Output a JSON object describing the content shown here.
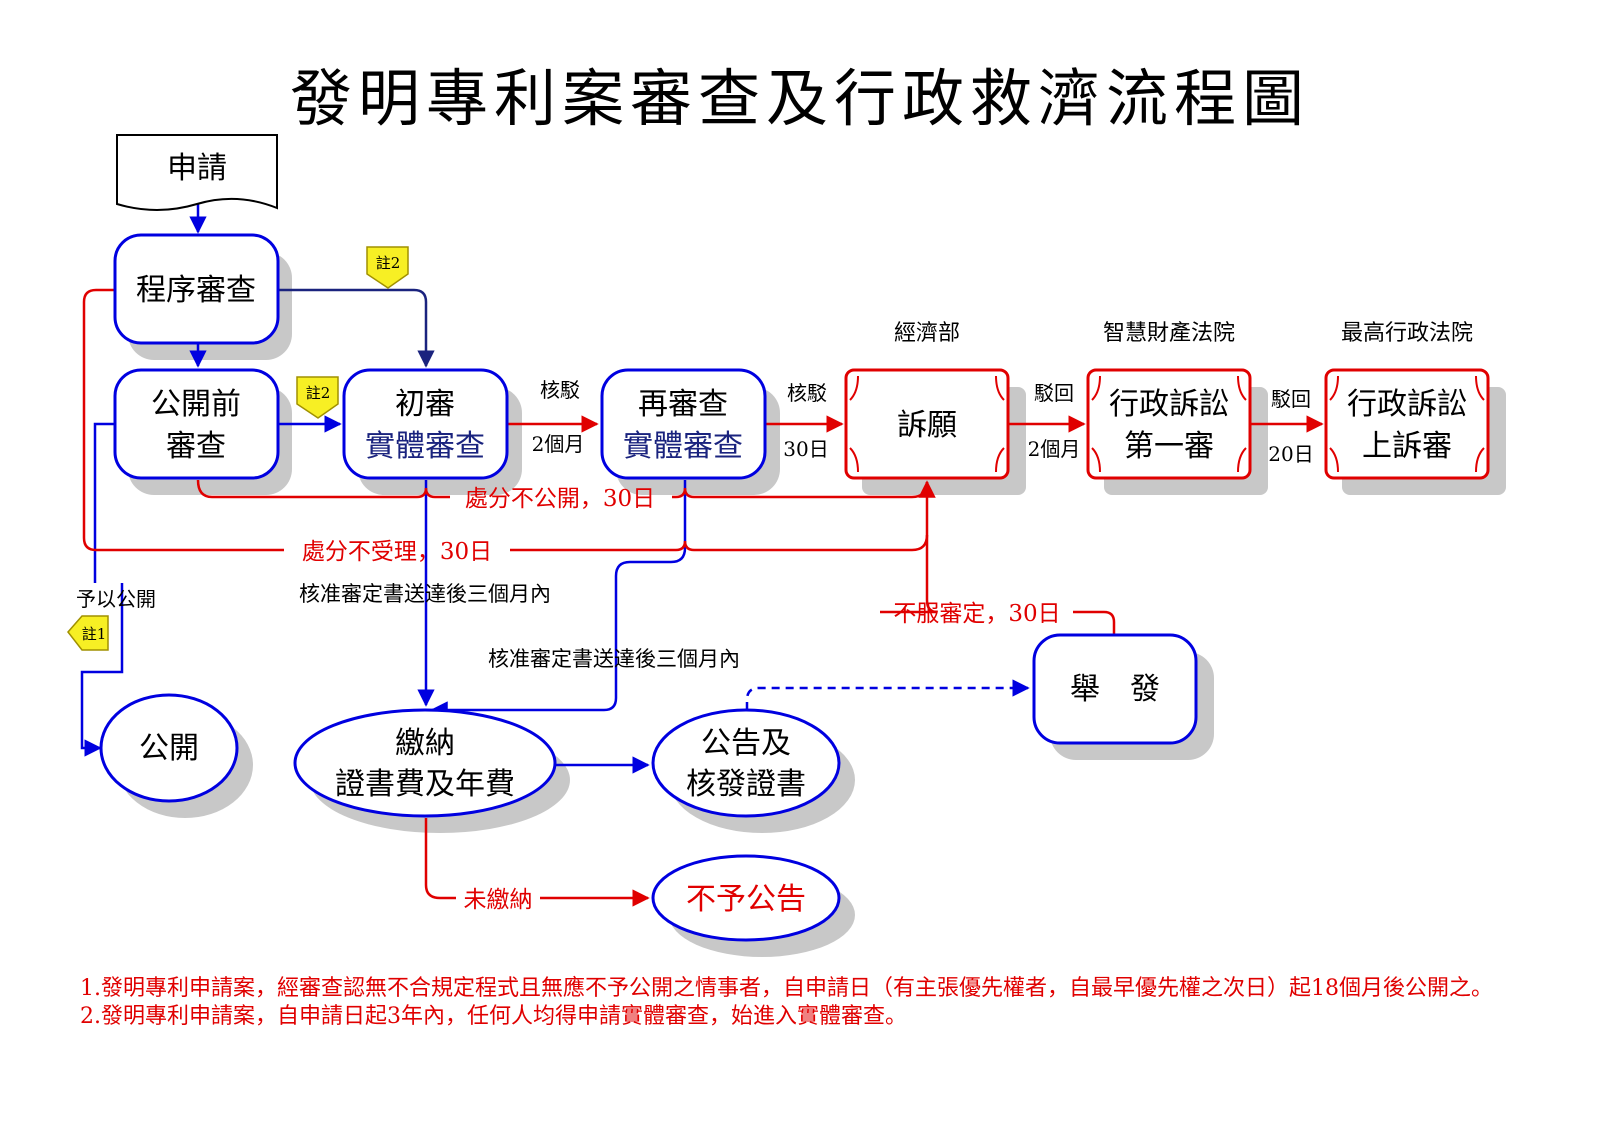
{
  "title": "發明專利案審查及行政救濟流程圖",
  "colors": {
    "blue": "#0000e0",
    "red": "#e00000",
    "navy": "#1a237e",
    "shadow": "#c8c8c8",
    "note_yellow": "#f7ef24"
  },
  "nodes": {
    "apply": "申請",
    "formal_review": "程序審查",
    "pre_pub_line1": "公開前",
    "pre_pub_line2": "審查",
    "first_line1": "初審",
    "first_line2": "實體審查",
    "re_line1": "再審查",
    "re_line2": "實體審查",
    "appeal": "訴願",
    "admin1_line1": "行政訴訟",
    "admin1_line2": "第一審",
    "admin2_line1": "行政訴訟",
    "admin2_line2": "上訴審",
    "publish": "公開",
    "pay_line1": "繳納",
    "pay_line2": "證書費及年費",
    "announce_line1": "公告及",
    "announce_line2": "核發證書",
    "report": "舉　發",
    "no_announce": "不予公告"
  },
  "authorities": {
    "moea": "經濟部",
    "ip_court": "智慧財產法院",
    "supreme_admin": "最高行政法院"
  },
  "edge_labels": {
    "reject1": "核駁",
    "reject1_time": "2個月",
    "reject2": "核駁",
    "reject2_time": "30日",
    "dismiss1": "駁回",
    "dismiss1_time": "2個月",
    "dismiss2": "駁回",
    "dismiss2_time": "20日",
    "not_publish": "處分不公開，30日",
    "not_accept": "處分不受理，30日",
    "publish_it": "予以公開",
    "approve1": "核准審定書送達後三個月內",
    "approve2": "核准審定書送達後三個月內",
    "disagree": "不服審定，30日",
    "unpaid": "未繳納"
  },
  "flags": {
    "note1": "註1",
    "note2a": "註2",
    "note2b": "註2"
  },
  "notes": [
    "1.發明專利申請案，經審查認無不合規定程式且無應不予公開之情事者，自申請日（有主張優先權者，自最早優先權之次日）起18個月後公開之。",
    "2.發明專利申請案，自申請日起3年內，任何人均得申請實體審查，始進入實體審查。"
  ]
}
